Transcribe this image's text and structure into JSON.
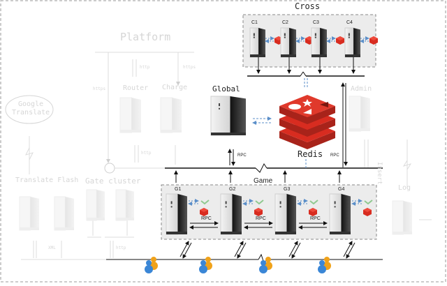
{
  "diagram": {
    "title_labels": {
      "cross": "Cross",
      "platform": "Platform",
      "global": "Global",
      "redis": "Redis",
      "game": "Game",
      "gate_cluster": "Gate cluster",
      "translate_flash": "Translate Flash",
      "google_translate_line1": "Google",
      "google_translate_line2": "Translate",
      "router": "Router",
      "charge": "Charge",
      "admin": "Admin",
      "log": "Log",
      "insert": "Insert"
    },
    "cross_servers": [
      "C1",
      "C2",
      "C3",
      "C4"
    ],
    "game_servers": [
      "G1",
      "G2",
      "G3",
      "G4"
    ],
    "edge_labels": {
      "rpc": "RPC",
      "http": "http",
      "https": "https",
      "xml": "XML"
    },
    "colors": {
      "redis_red": "#d82c20",
      "line_dark": "#111111",
      "faded_gray": "#d9d9d9",
      "cluster_fill": "#ececec",
      "dashed_border": "#8a8a8a",
      "arrow_blue": "#5b8fc9",
      "user_blue": "#3a86d6",
      "user_orange": "#f0a21a"
    }
  }
}
